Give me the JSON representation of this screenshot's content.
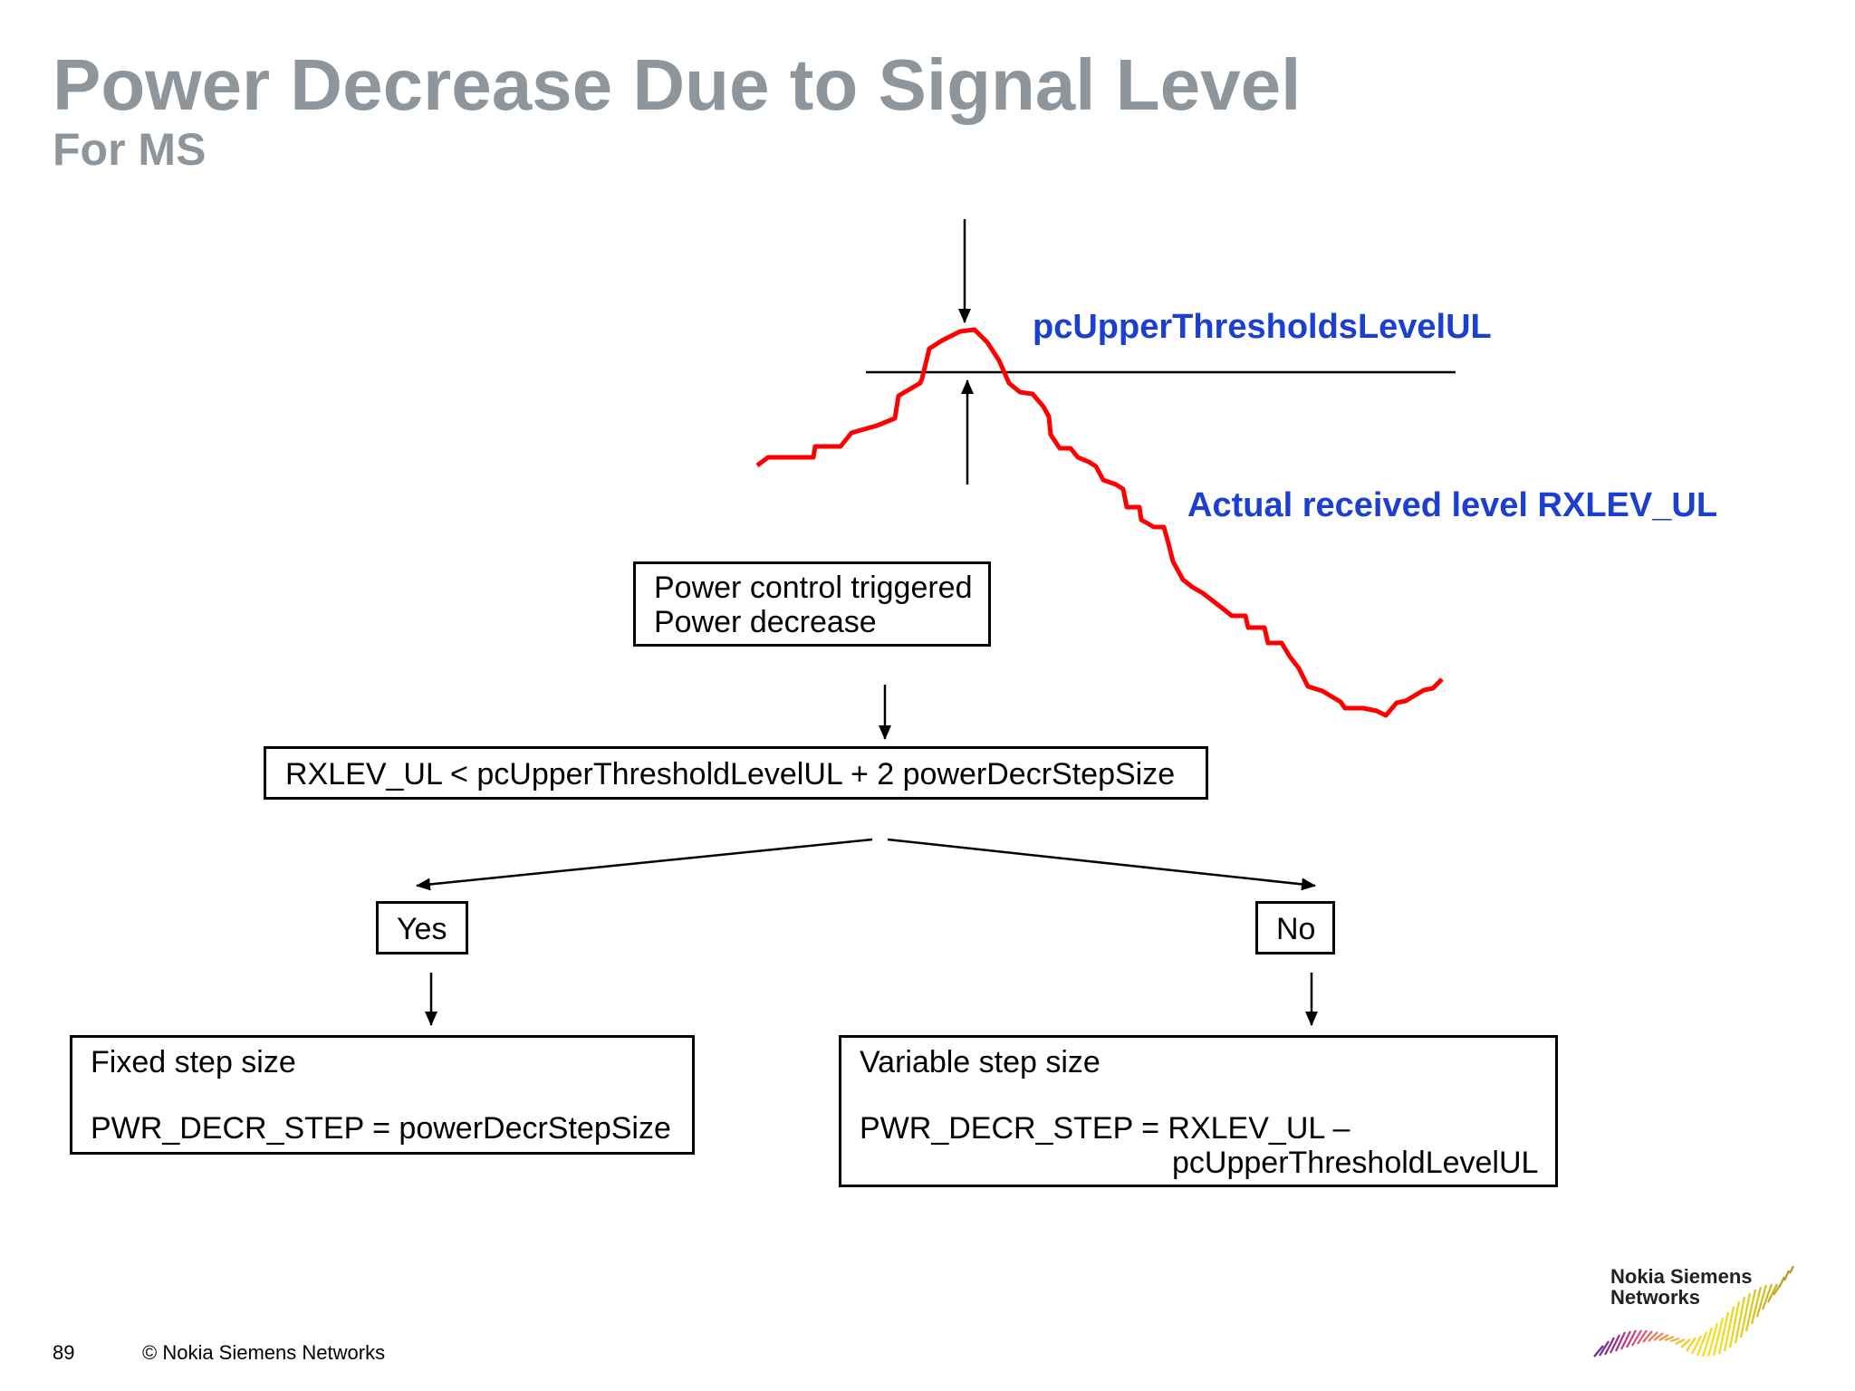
{
  "slide": {
    "title": "Power Decrease Due to Signal Level",
    "subtitle": "For MS",
    "page_number": "89",
    "copyright": "© Nokia Siemens Networks"
  },
  "signal_chart": {
    "threshold_label": "pcUpperThresholdsLevelUL",
    "signal_label": "Actual received level RXLEV_UL",
    "signal_color": "#ff0000",
    "label_color": "#1a3fd1"
  },
  "flow": {
    "trigger_box": {
      "line1": "Power control triggered",
      "line2": "Power decrease"
    },
    "condition": "RXLEV_UL < pcUpperThresholdLevelUL + 2 powerDecrStepSize",
    "yes_label": "Yes",
    "no_label": "No",
    "fixed_box": {
      "title": "Fixed step size",
      "formula": "PWR_DECR_STEP = powerDecrStepSize"
    },
    "variable_box": {
      "title": "Variable step size",
      "formula_line1": "PWR_DECR_STEP = RXLEV_UL –",
      "formula_line2": "pcUpperThresholdLevelUL"
    }
  },
  "logo": {
    "line1": "Nokia Siemens",
    "line2": "Networks"
  }
}
